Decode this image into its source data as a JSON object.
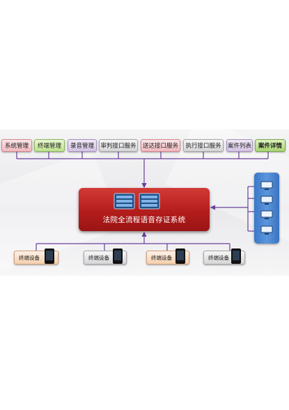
{
  "modules": [
    {
      "label": "系统管理",
      "color": "pink"
    },
    {
      "label": "终端管理",
      "color": "green"
    },
    {
      "label": "录音管理",
      "color": "lilac"
    },
    {
      "label": "审判接口服务",
      "color": "gray"
    },
    {
      "label": "送达接口服务",
      "color": "pink"
    },
    {
      "label": "执行接口服务",
      "color": "gray"
    },
    {
      "label": "案件列表",
      "color": "lilac"
    },
    {
      "label": "案件详情",
      "color": "green"
    }
  ],
  "hub": {
    "title": "法院全流程语音存证系统"
  },
  "terminals": [
    {
      "label": "终端设备",
      "color": "peach"
    },
    {
      "label": "终端设备",
      "color": "gray"
    },
    {
      "label": "终端设备",
      "color": "peach"
    },
    {
      "label": "终端设备",
      "color": "gray"
    }
  ],
  "colors": {
    "wire": "#6a3f9a",
    "hub": "#b31d1c",
    "panel": "#3b78c8"
  },
  "icons": [
    "server-icon",
    "computer-icon",
    "tablet-icon"
  ]
}
